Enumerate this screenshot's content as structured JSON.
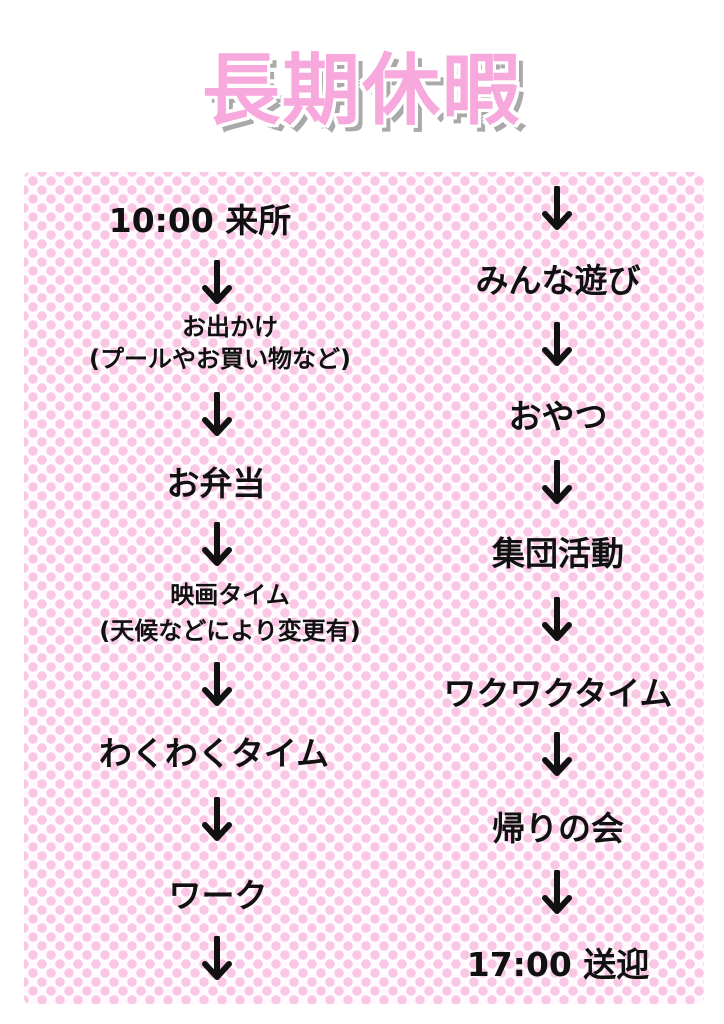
{
  "title": "長期休暇",
  "left_column": {
    "steps": [
      "10:00 来所",
      "お出かけ",
      "(プールやお買い物など)",
      "お弁当",
      "映画タイム",
      "(天候などにより変更有)",
      "わくわくタイム",
      "ワーク"
    ]
  },
  "right_column": {
    "steps": [
      "みんな遊び",
      "おやつ",
      "集団活動",
      "ワクワクタイム",
      "帰りの会",
      "17:00 送迎"
    ]
  },
  "colors": {
    "title_pink": "#f7a8dc",
    "dot_pink": "#f9c6e4",
    "text": "#111111"
  },
  "icons": {
    "arrow": "down-arrow-icon"
  }
}
